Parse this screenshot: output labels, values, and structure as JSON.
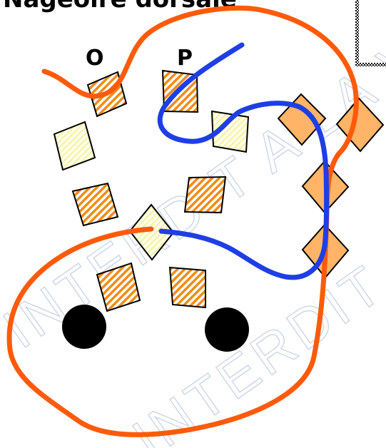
{
  "title": "Nageoire dorsale",
  "labels": {
    "o": "O",
    "p": "P"
  },
  "watermark": "INTERDIT A LA VENTE",
  "colors": {
    "orange_curve": "#ff5a0a",
    "blue_curve": "#1e3ee6",
    "hatch_orange": "#f08c14",
    "pale_yellow": "#ffffd2",
    "light_orange": "#ffb468",
    "black": "#000000"
  }
}
